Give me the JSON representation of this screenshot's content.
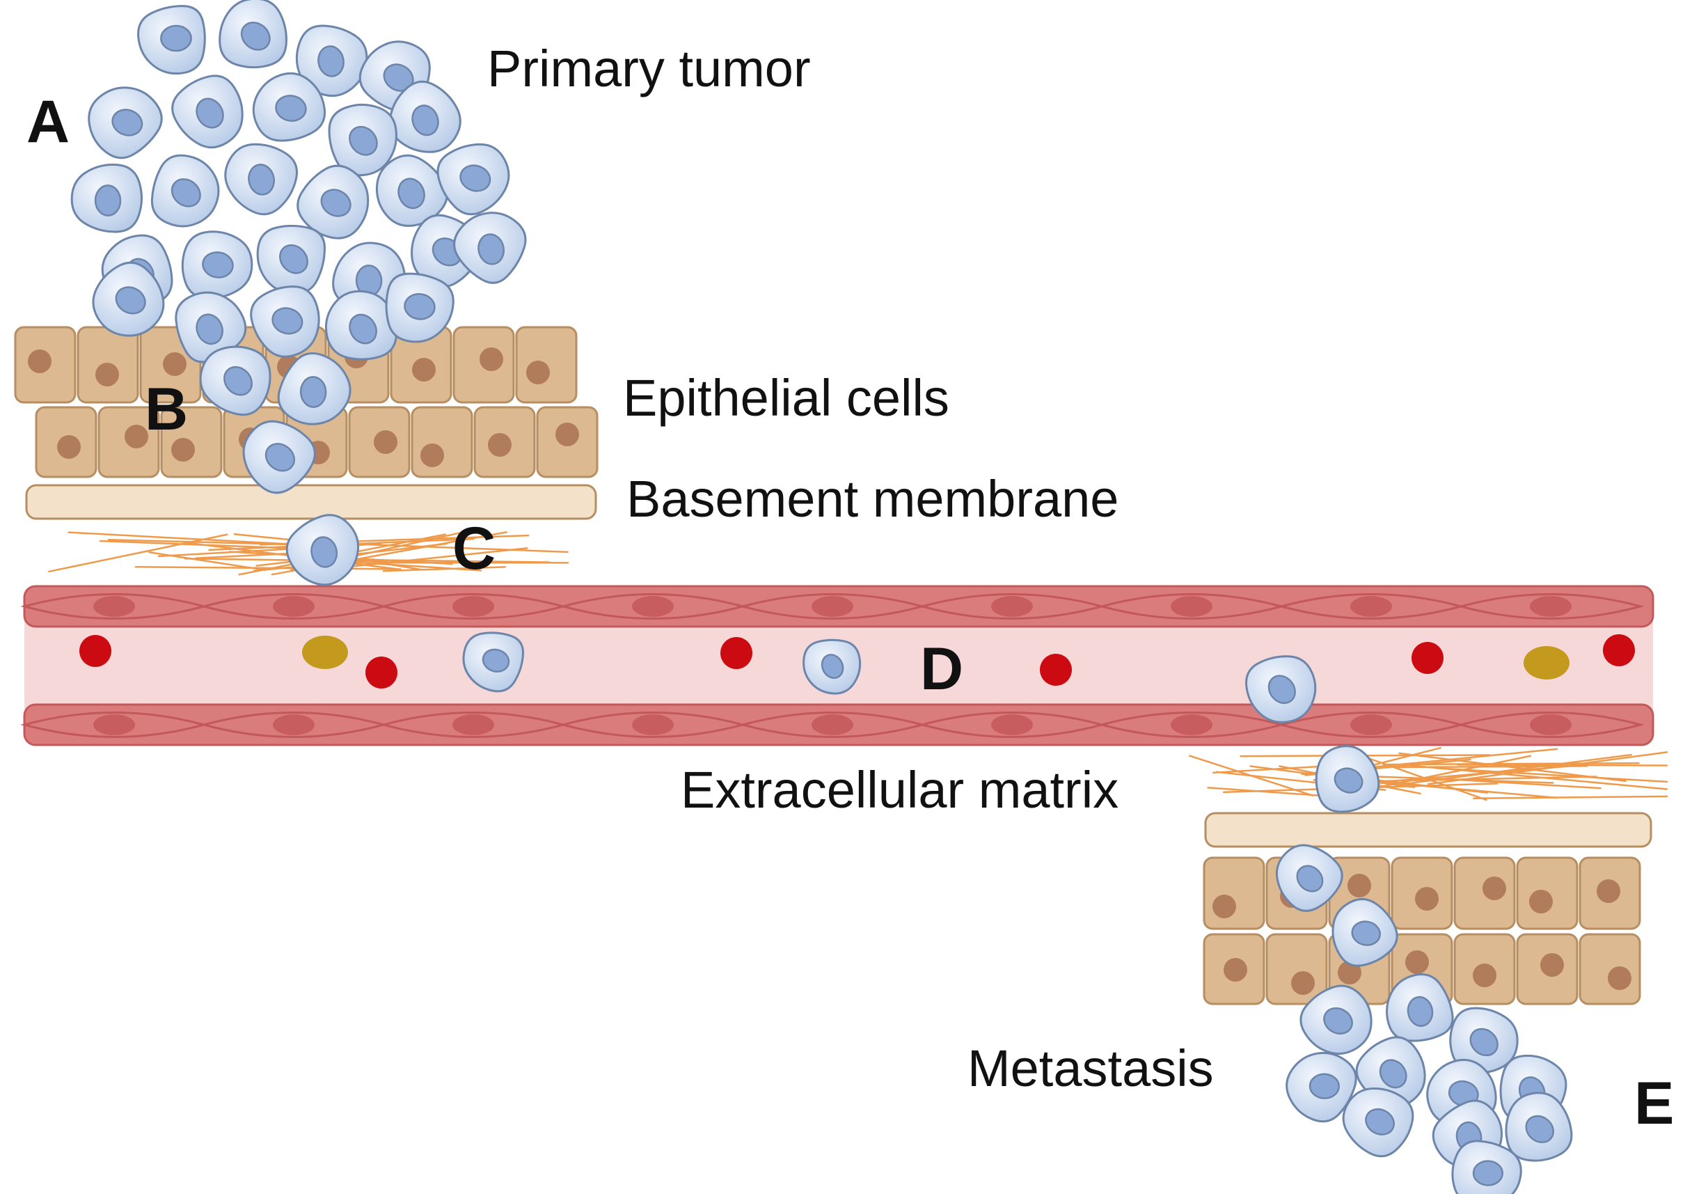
{
  "labels": {
    "primary_tumor": "Primary tumor",
    "epithelial_cells": "Epithelial cells",
    "basement_membrane": "Basement membrane",
    "extracellular_matrix": "Extracellular matrix",
    "metastasis": "Metastasis"
  },
  "steps": {
    "a": "A",
    "b": "B",
    "c": "C",
    "d": "D",
    "e": "E"
  },
  "colors": {
    "tumor_cell_fill": "#c4d5ec",
    "tumor_cell_stroke": "#6c85a8",
    "tumor_nucleus": "#8aa7d6",
    "epithelial_fill": "#dcb990",
    "epithelial_stroke": "#b68e62",
    "epithelial_nucleus": "#b07c5c",
    "membrane_fill": "#f3e2c9",
    "fiber": "#ef9a4a",
    "vessel_wall": "#db7c7c",
    "vessel_wall_dark": "#c3585a",
    "vessel_lumen": "#f6d8d8",
    "red_blood_cell": "#cc0a12",
    "platelet": "#c39a1e"
  }
}
